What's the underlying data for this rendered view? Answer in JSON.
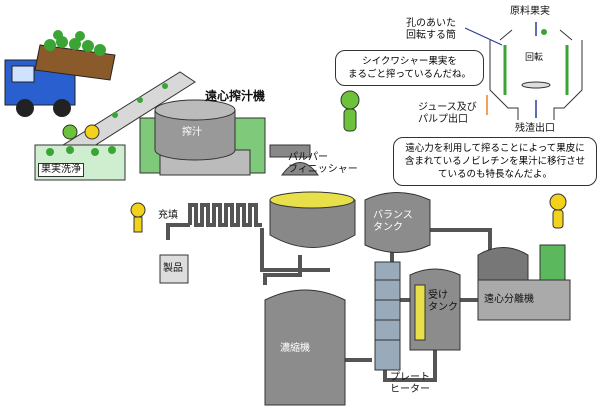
{
  "labels": {
    "washing": "果実洗浄",
    "centrifugal_juicer": "遠心搾汁機",
    "pressing": "搾汁",
    "pulper_finisher": "パルパー\nフィニッシャー",
    "filling": "充填",
    "product": "製品",
    "balance_tank": "バランス\nタンク",
    "receiving_tank": "受け\nタンク",
    "centrifuge": "遠心分離機",
    "concentrator": "濃縮機",
    "plate_heater": "プレート\nヒーター"
  },
  "juicer_detail": {
    "raw_fruit": "原料果実",
    "rotating_drum": "孔のあいた\n回転する筒",
    "rotation": "回転",
    "juice_outlet": "ジュース及び\nパルプ出口",
    "residue_outlet": "残渣出口"
  },
  "bubbles": {
    "whole_fruit": "シイクワシャー果実を\nまるごと搾っているんだね。",
    "nobiletin": "遠心力を利用して搾ることによって果皮に\n含まれているノビレチンを果汁に移行させ\nているのも特長なんだよ。"
  },
  "colors": {
    "machine": "#888888",
    "tank": "#8c8c8c",
    "juice": "#e8e04a",
    "fruit": "#3aa534",
    "truck": "#2a5fd0",
    "base": "#7fc97a",
    "pipe": "#555555"
  }
}
